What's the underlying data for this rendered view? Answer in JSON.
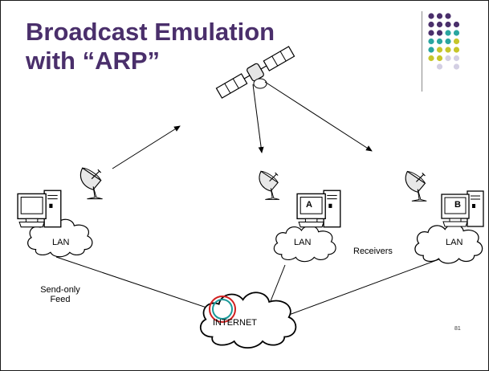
{
  "slide": {
    "title_line1": "Broadcast Emulation",
    "title_line2": "with “ARP”",
    "page_number": "81"
  },
  "nodes": {
    "sender": {
      "lan_label": "LAN"
    },
    "receiver_a": {
      "computer_label": "A",
      "lan_label": "LAN"
    },
    "receiver_b": {
      "computer_label": "B",
      "lan_label": "LAN"
    }
  },
  "labels": {
    "receivers": "Receivers",
    "send_only_line1": "Send-only",
    "send_only_line2": "Feed",
    "internet": "INTERNET"
  },
  "colors": {
    "title": "#4a2f6b",
    "dot_purple": "#4a2f6b",
    "dot_teal": "#2aa6a0",
    "dot_yellow": "#c6c62a",
    "dot_lavender": "#d3cfe3",
    "internet_ring_outer": "#d02020",
    "internet_ring_inner": "#1a9a9a"
  }
}
